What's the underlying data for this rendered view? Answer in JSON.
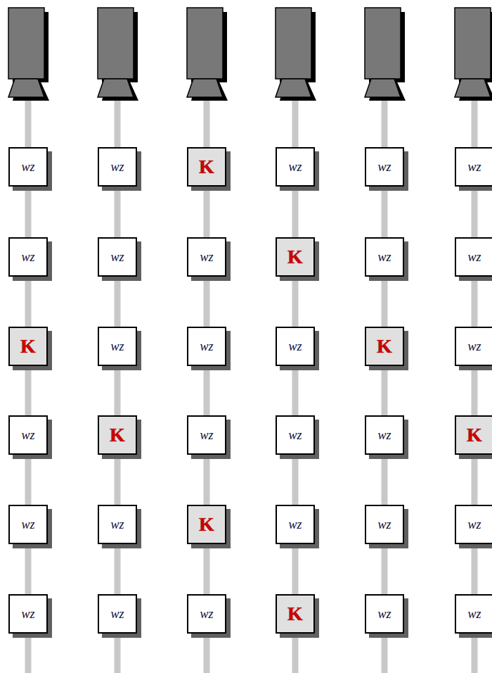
{
  "diagram": {
    "nodes": [
      {
        "text": [
          "wz"
        ]
      },
      {
        "text": [
          "wz"
        ]
      },
      {
        "text": [
          "K"
        ]
      },
      {
        "text": [
          "wz"
        ]
      },
      {
        "text": [
          "wz"
        ]
      },
      {
        "text": [
          "wz"
        ]
      },
      {
        "text": [
          "wz"
        ]
      },
      {
        "text": [
          "wz"
        ]
      },
      {
        "text": [
          "wz"
        ]
      },
      {
        "text": [
          "K"
        ]
      },
      {
        "text": [
          "wz"
        ]
      },
      {
        "text": [
          "wz"
        ]
      },
      {
        "text": [
          "K"
        ]
      },
      {
        "text": [
          "wz"
        ]
      },
      {
        "text": [
          "wz"
        ]
      },
      {
        "text": [
          "wz"
        ]
      },
      {
        "text": [
          "K"
        ]
      },
      {
        "text": [
          "wz"
        ]
      },
      {
        "text": [
          "wz"
        ]
      },
      {
        "text": [
          "K"
        ]
      },
      {
        "text": [
          "wz"
        ]
      },
      {
        "text": [
          "wz"
        ]
      },
      {
        "text": [
          "wz"
        ]
      },
      {
        "text": [
          "K"
        ]
      },
      {
        "text": [
          "wz"
        ]
      },
      {
        "text": [
          "wz"
        ]
      },
      {
        "text": [
          "K"
        ]
      },
      {
        "text": [
          "wz"
        ]
      },
      {
        "text": [
          "wz"
        ]
      },
      {
        "text": [
          "wz"
        ]
      },
      {
        "text": [
          "wz"
        ]
      },
      {
        "text": [
          "wz"
        ]
      },
      {
        "text": [
          "wz"
        ]
      },
      {
        "text": [
          "K"
        ]
      },
      {
        "text": [
          "wz"
        ]
      },
      {
        "text": [
          "wz"
        ]
      }
    ],
    "edges": [
      {
        "from": 0,
        "to": 6,
        "arrow": "none"
      },
      {
        "from": 1,
        "to": 7,
        "arrow": "none"
      },
      {
        "from": 2,
        "to": 8,
        "arrow": "none"
      },
      {
        "from": 3,
        "to": 9,
        "arrow": "none"
      },
      {
        "from": 4,
        "to": 10,
        "arrow": "none"
      },
      {
        "from": 5,
        "to": 11,
        "arrow": "none"
      },
      {
        "from": 6,
        "to": 12,
        "arrow": "none"
      },
      {
        "from": 7,
        "to": 13,
        "arrow": "none"
      },
      {
        "from": 8,
        "to": 14,
        "arrow": "none"
      },
      {
        "from": 9,
        "to": 15,
        "arrow": "none"
      },
      {
        "from": 10,
        "to": 16,
        "arrow": "none"
      },
      {
        "from": 11,
        "to": 17,
        "arrow": "none"
      },
      {
        "from": 12,
        "to": 18,
        "arrow": "none"
      },
      {
        "from": 13,
        "to": 19,
        "arrow": "none"
      },
      {
        "from": 14,
        "to": 20,
        "arrow": "none"
      },
      {
        "from": 15,
        "to": 21,
        "arrow": "none"
      },
      {
        "from": 16,
        "to": 22,
        "arrow": "none"
      },
      {
        "from": 17,
        "to": 23,
        "arrow": "none"
      },
      {
        "from": 18,
        "to": 24,
        "arrow": "none"
      },
      {
        "from": 19,
        "to": 25,
        "arrow": "none"
      },
      {
        "from": 20,
        "to": 26,
        "arrow": "none"
      },
      {
        "from": 21,
        "to": 27,
        "arrow": "none"
      },
      {
        "from": 22,
        "to": 28,
        "arrow": "none"
      },
      {
        "from": 23,
        "to": 29,
        "arrow": "none"
      },
      {
        "from": 24,
        "to": 30,
        "arrow": "none"
      },
      {
        "from": 25,
        "to": 31,
        "arrow": "none"
      },
      {
        "from": 26,
        "to": 32,
        "arrow": "none"
      },
      {
        "from": 27,
        "to": 33,
        "arrow": "none"
      },
      {
        "from": 28,
        "to": 34,
        "arrow": "none"
      },
      {
        "from": 29,
        "to": 35,
        "arrow": "none"
      }
    ]
  }
}
